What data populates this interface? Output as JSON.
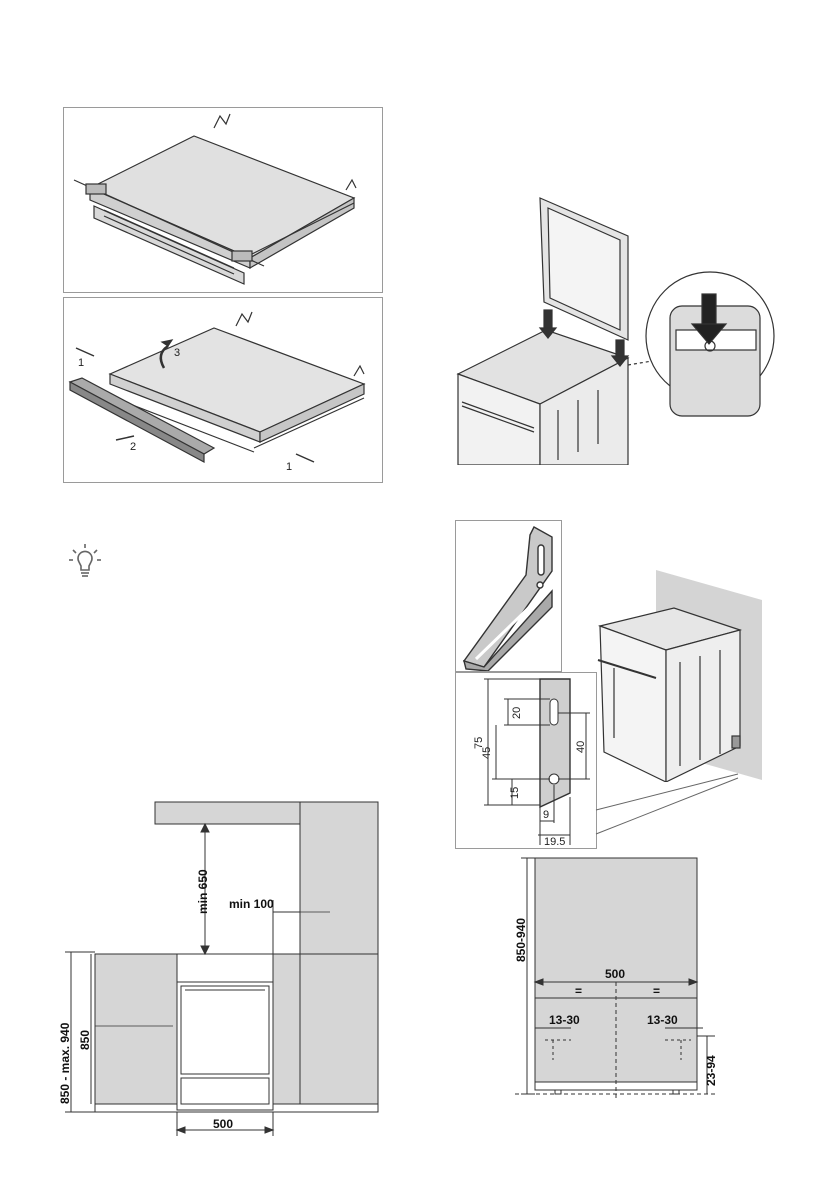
{
  "figure_cover_removal": {
    "step_labels": [
      "1",
      "2",
      "3",
      "1"
    ]
  },
  "figure_bracket_dimensions": {
    "labels": [
      "20",
      "75",
      "45",
      "40",
      "15",
      "9",
      "19.5"
    ]
  },
  "figure_niche": {
    "min_top": "min 650",
    "min_side": "min 100",
    "height_range": "850 - max. 940",
    "height": "850",
    "width": "500"
  },
  "figure_wall_mount": {
    "height_range": "850-940",
    "width": "500",
    "equal_left": "=",
    "equal_right": "=",
    "offset_left": "13-30",
    "offset_right": "13-30",
    "foot_range": "23-94"
  }
}
